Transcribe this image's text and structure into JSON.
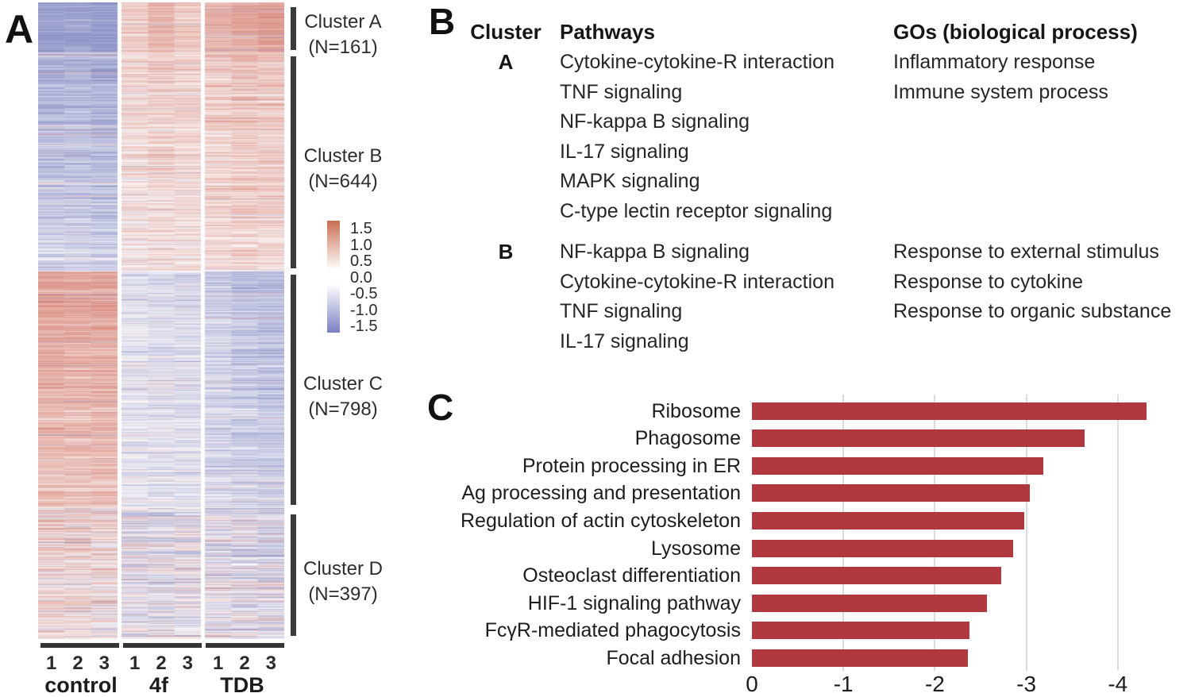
{
  "figure": {
    "panel_a_label": "A",
    "panel_b_label": "B",
    "panel_c_label": "C"
  },
  "table": {
    "headers": [
      "Cluster",
      "Pathways",
      "GOs (biological process)"
    ],
    "rows": [
      {
        "cluster": "A",
        "pathways": [
          "Cytokine-cytokine-R interaction",
          "TNF signaling",
          "NF-kappa B signaling",
          "IL-17 signaling",
          "MAPK signaling",
          "C-type lectin receptor signaling"
        ],
        "gos": [
          "Inflammatory response",
          "Immune system process"
        ]
      },
      {
        "cluster": "B",
        "pathways": [
          "NF-kappa B signaling",
          "Cytokine-cytokine-R interaction",
          "TNF signaling",
          "IL-17 signaling"
        ],
        "gos": [
          "Response to external stimulus",
          "Response to cytokine",
          "Response to organic substance"
        ]
      }
    ]
  },
  "chart_data": [
    {
      "type": "heatmap",
      "panel": "A",
      "groups": [
        "control",
        "4f",
        "TDB"
      ],
      "samples_per_group": [
        "1",
        "2",
        "3"
      ],
      "value_scale": {
        "min": -1.5,
        "max": 1.5
      },
      "colorbar_ticks": [
        "1.5",
        "1.0",
        "0.5",
        "0.0",
        "-0.5",
        "-1.0",
        "-1.5"
      ],
      "colors": {
        "max": "#c95d4c",
        "mid": "#ffffff",
        "min": "#5c63ae",
        "legend_top": "#c86e52",
        "legend_bottom": "#7b80c3"
      },
      "clusters": [
        {
          "label": "Cluster A",
          "n_label": "(N=161)",
          "n": 161,
          "group_means": [
            [
              -1.3,
              -1.25,
              -1.35
            ],
            [
              0.55,
              0.85,
              0.65
            ],
            [
              0.9,
              1.05,
              1.2
            ]
          ],
          "row_noise": 0.18,
          "cell_noise": 0.22,
          "trend": [
            1.0,
            1.0
          ],
          "outlier_rate": 0.02
        },
        {
          "label": "Cluster B",
          "n_label": "(N=644)",
          "n": 644,
          "group_means": [
            [
              -0.8,
              -0.75,
              -0.85
            ],
            [
              0.35,
              0.45,
              0.4
            ],
            [
              0.5,
              0.6,
              0.55
            ]
          ],
          "row_noise": 0.3,
          "cell_noise": 0.25,
          "trend": [
            1.25,
            0.65
          ],
          "outlier_rate": 0.015
        },
        {
          "label": "Cluster C",
          "n_label": "(N=798)",
          "n": 798,
          "group_means": [
            [
              0.95,
              0.9,
              0.95
            ],
            [
              -0.25,
              -0.3,
              -0.35
            ],
            [
              -0.45,
              -0.6,
              -0.7
            ]
          ],
          "row_noise": 0.28,
          "cell_noise": 0.25,
          "trend": [
            1.2,
            0.7
          ],
          "outlier_rate": 0.012
        },
        {
          "label": "Cluster D",
          "n_label": "(N=397)",
          "n": 397,
          "group_means": [
            [
              0.35,
              0.4,
              0.25
            ],
            [
              -0.15,
              -0.2,
              -0.15
            ],
            [
              -0.2,
              -0.25,
              -0.3
            ]
          ],
          "row_noise": 0.5,
          "cell_noise": 0.42,
          "trend": [
            1.1,
            0.9
          ],
          "outlier_rate": 0.04
        }
      ]
    },
    {
      "type": "bar",
      "panel": "C",
      "orientation": "horizontal",
      "categories": [
        "Ribosome",
        "Phagosome",
        "Protein processing in ER",
        "Ag processing and presentation",
        "Regulation of actin cytoskeleton",
        "Lysosome",
        "Osteoclast differentiation",
        "HIF-1 signaling pathway",
        "FcγR-mediated phagocytosis",
        "Focal adhesion"
      ],
      "values": [
        -4.31,
        -3.64,
        -3.19,
        -3.04,
        -2.98,
        -2.86,
        -2.73,
        -2.57,
        -2.38,
        -2.36
      ],
      "xticks": [
        "0",
        "-1",
        "-2",
        "-3",
        "-4"
      ],
      "xtick_values": [
        0,
        -1,
        -2,
        -3,
        -4
      ],
      "xlim": [
        0,
        -4.45
      ],
      "bar_color": "#b0393f",
      "grid": "vertical",
      "title": "",
      "xlabel": "",
      "ylabel": ""
    }
  ]
}
